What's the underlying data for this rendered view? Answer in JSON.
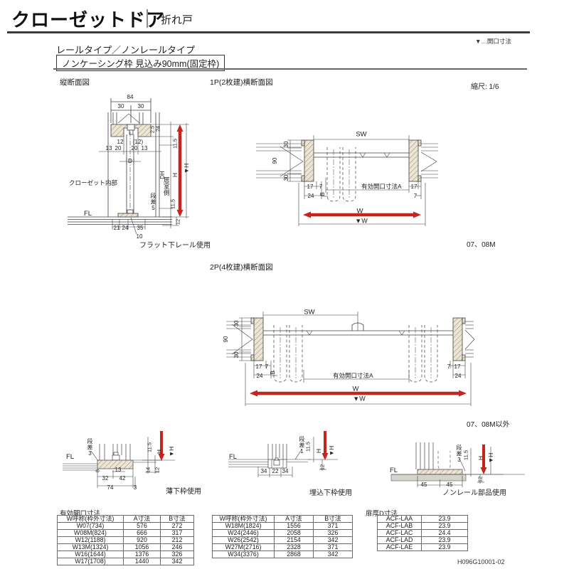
{
  "header": {
    "title": "クローゼットドア",
    "subtitle": "折れ戸",
    "legend": "▼…開口寸法",
    "type_line": "レールタイプ／ノンレールタイプ",
    "frame_line": "ノンケーシング枠 見込み90mm(固定枠)",
    "scale": "縮尺: 1/6"
  },
  "vertical_section": {
    "title": "縦断面図",
    "caption": "フラット下レール使用",
    "labels": {
      "top_width": "84",
      "top_left": "30",
      "top_right": "30",
      "t2_5": "2.5",
      "t24": "24",
      "t11_5": "11.5",
      "d12": "12",
      "d12p": "(12)",
      "d13a": "13",
      "d20a": "20",
      "d20b": "20",
      "d13b": "13",
      "door": "D",
      "dh": "DH",
      "h": "H",
      "hv": "▼H",
      "closet": "クローゼット内部",
      "room": "居室側",
      "step": "段差5",
      "b11_5": "11.5",
      "fl": "FL",
      "b21": "21",
      "b24": "24",
      "b35": "35",
      "b10": "10",
      "b12": "12"
    }
  },
  "section_1p": {
    "title": "1P(2枚建)横断面図",
    "note": "07、08M",
    "labels": {
      "sw": "SW",
      "w30t": "30",
      "w90": "90",
      "w30b": "30",
      "l17": "17",
      "l7": "7",
      "l24": "24",
      "b": "B",
      "open_a": "有効開口寸法A",
      "r17": "17",
      "r7": "7",
      "w": "W",
      "wv": "▼W"
    }
  },
  "section_2p": {
    "title": "2P(4枚建)横断面図",
    "note": "07、08M以外",
    "labels": {
      "sw": "SW",
      "w30t": "30",
      "w90": "90",
      "w30b": "30",
      "l17": "17",
      "l7": "7",
      "l24": "24",
      "b": "B",
      "open_a": "有効開口寸法A",
      "r7": "7",
      "r17": "17",
      "r24": "24",
      "w": "W",
      "wv": "▼W"
    }
  },
  "detail_thin": {
    "caption": "薄下枠使用",
    "labels": {
      "fl": "FL",
      "step": "段差3",
      "d11_5": "11.5",
      "h": "H",
      "hv": "▼H",
      "d14": "14",
      "d12": "12",
      "d8": "8",
      "d13": "13",
      "d32": "32",
      "d42": "42",
      "d74": "74",
      "d3": "3"
    }
  },
  "detail_recessed": {
    "caption": "埋込下枠使用",
    "labels": {
      "fl": "FL",
      "step": "段差1",
      "d11_5": "11.5",
      "h": "H",
      "hv": "▼H",
      "d12": "12",
      "d34a": "34",
      "d22": "22",
      "d34b": "34"
    }
  },
  "detail_nonrail": {
    "caption": "ノンレール部品使用",
    "labels": {
      "fl": "FL",
      "step": "段差3",
      "d11_5": "11.5",
      "h": "H",
      "hv": "▼H",
      "d12": "12",
      "d45a": "45",
      "d45b": "45"
    }
  },
  "tables": {
    "effective_title": "有効開口寸法",
    "headers": [
      "W呼称(枠外寸法)",
      "A寸法",
      "B寸法"
    ],
    "effective_left": [
      [
        "W07(734)",
        "576",
        "272"
      ],
      [
        "W08M(824)",
        "666",
        "317"
      ],
      [
        "W12(1188)",
        "920",
        "212"
      ],
      [
        "W13M(1324)",
        "1056",
        "246"
      ],
      [
        "W16(1644)",
        "1376",
        "326"
      ],
      [
        "W17(1708)",
        "1440",
        "342"
      ]
    ],
    "effective_right": [
      [
        "W18M(1824)",
        "1556",
        "371"
      ],
      [
        "W24(2446)",
        "2058",
        "326"
      ],
      [
        "W26(2542)",
        "2154",
        "342"
      ],
      [
        "W27M(2716)",
        "2328",
        "371"
      ],
      [
        "W34(3376)",
        "2868",
        "342"
      ]
    ],
    "thickness_title": "扉厚D寸法",
    "thickness": [
      [
        "ACF-LAA",
        "23.9"
      ],
      [
        "ACF-LAB",
        "23.9"
      ],
      [
        "ACF-LAC",
        "24.4"
      ],
      [
        "ACF-LAD",
        "23.9"
      ],
      [
        "ACF-LAE",
        "23.9"
      ]
    ]
  },
  "doc_number": "H096G10001-02",
  "colors": {
    "accent_red": "#c5251c",
    "line": "#3f3f3f"
  }
}
